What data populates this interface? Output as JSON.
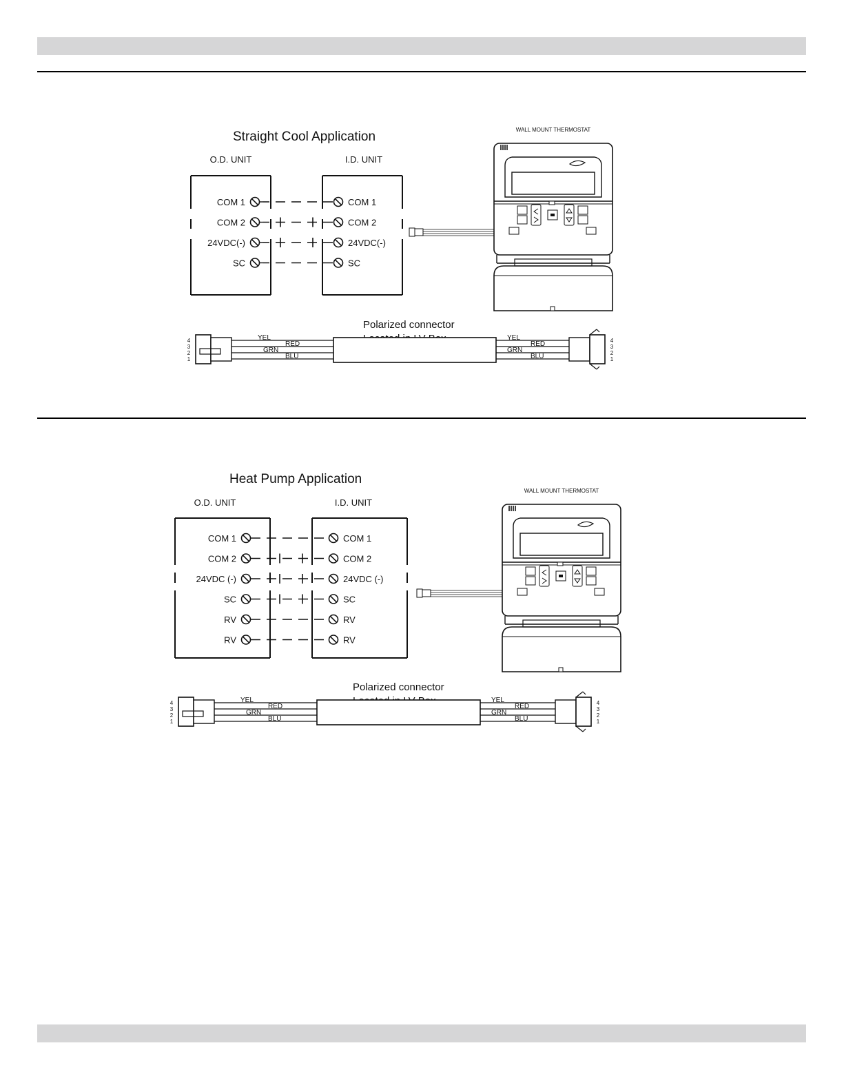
{
  "diagrams": [
    {
      "title": "Straight Cool Application",
      "od_label": "O.D. UNIT",
      "id_label": "I.D. UNIT",
      "thermostat_label": "WALL MOUNT THERMOSTAT",
      "od_terminals": [
        "COM 1",
        "COM 2",
        "24VDC(-)",
        "SC"
      ],
      "id_terminals": [
        "COM 1",
        "COM 2",
        "24VDC(-)",
        "SC"
      ],
      "connector_label_1": "Polarized connector",
      "connector_label_2": "Located in LV Box",
      "wires": [
        "YEL",
        "RED",
        "GRN",
        "BLU"
      ],
      "pins": [
        "4",
        "3",
        "2",
        "1"
      ]
    },
    {
      "title": "Heat Pump Application",
      "od_label": "O.D. UNIT",
      "id_label": "I.D. UNIT",
      "thermostat_label": "WALL MOUNT THERMOSTAT",
      "od_terminals": [
        "COM 1",
        "COM 2",
        "24VDC (-)",
        "SC",
        "RV",
        "RV"
      ],
      "id_terminals": [
        "COM 1",
        "COM 2",
        "24VDC (-)",
        "SC",
        "RV",
        "RV"
      ],
      "connector_label_1": "Polarized connector",
      "connector_label_2": "Located in LV Box",
      "wires": [
        "YEL",
        "RED",
        "GRN",
        "BLU"
      ],
      "pins": [
        "4",
        "3",
        "2",
        "1"
      ]
    }
  ],
  "colors": {
    "header_bar": "#d6d6d7",
    "line": "#111111"
  }
}
